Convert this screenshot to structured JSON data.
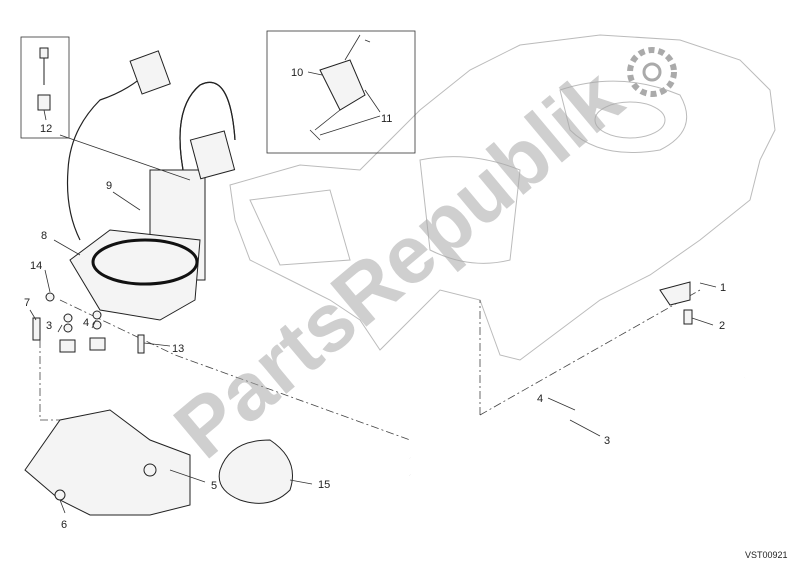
{
  "watermark": "PartsRepublik",
  "drawing_code": "VST00921",
  "callouts": {
    "c1": "1",
    "c2": "2",
    "c3": "3",
    "c4": "4",
    "c5": "5",
    "c6": "6",
    "c7": "7",
    "c3b": "3",
    "c4b": "4",
    "c8": "8",
    "c9": "9",
    "c10": "10",
    "c11": "11",
    "c12": "12",
    "c13": "13",
    "c14": "14",
    "c15": "15"
  }
}
